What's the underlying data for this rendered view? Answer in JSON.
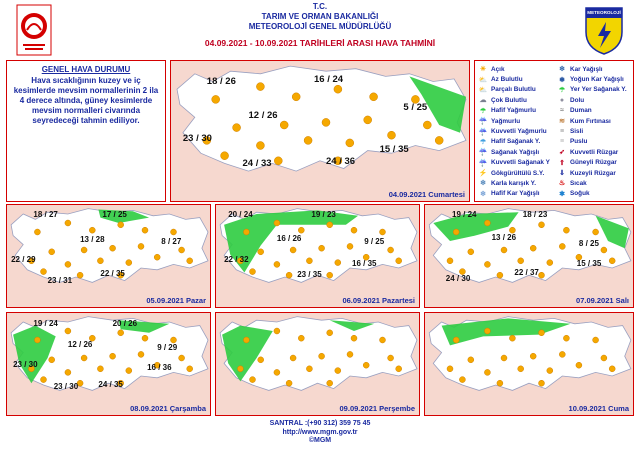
{
  "header": {
    "line1": "T.C.",
    "line2": "TARIM VE ORMAN BAKANLIĞI",
    "line3": "METEOROLOJİ GENEL MÜDÜRLÜĞÜ",
    "dates": "04.09.2021 - 10.09.2021 TARİHLERİ ARASI HAVA TAHMİNİ",
    "logo_text": "METEOROLOJİ"
  },
  "general": {
    "title": "GENEL HAVA DURUMU",
    "text": "Hava sıcaklığının kuzey ve iç kesimlerde mevsim normallerinin 2 ila 4 derece altında, güney kesimlerde mevsim normalleri civarında seyredeceği tahmin ediliyor."
  },
  "colors": {
    "border": "#d40000",
    "title_blue": "#1a2aa0",
    "map_bg": "#f6d8cf",
    "land": "#ffffff",
    "rain_green": "#2ecc40",
    "sun": "#f5a800"
  },
  "maps": [
    {
      "date": "04.09.2021 Cumartesi",
      "temps": [
        "18 / 26",
        "16 / 24",
        "5 / 25",
        "12 / 26",
        "23 / 30",
        "24 / 33",
        "24 / 36",
        "15 / 35"
      ]
    },
    {
      "date": "05.09.2021 Pazar",
      "temps": [
        "18 / 27",
        "17 / 25",
        "13 / 28",
        "8 / 27",
        "22 / 29",
        "23 / 31",
        "22 / 35"
      ]
    },
    {
      "date": "06.09.2021 Pazartesi",
      "temps": [
        "20 / 24",
        "19 / 23",
        "16 / 26",
        "22 / 32",
        "23 / 35",
        "16 / 35",
        "9 / 25"
      ]
    },
    {
      "date": "07.09.2021 Salı",
      "temps": [
        "19 / 24",
        "18 / 23",
        "13 / 26",
        "8 / 25",
        "24 / 30",
        "22 / 37",
        "15 / 35"
      ]
    },
    {
      "date": "08.09.2021 Çarşamba",
      "temps": [
        "19 / 24",
        "20 / 26",
        "12 / 26",
        "9 / 29",
        "23 / 30",
        "16 / 36",
        "23 / 30",
        "24 / 35"
      ]
    },
    {
      "date": "09.09.2021 Perşembe",
      "temps": []
    },
    {
      "date": "10.09.2021 Cuma",
      "temps": []
    }
  ],
  "legend": {
    "col1": [
      {
        "icon": "sun-icon",
        "label": "Açık"
      },
      {
        "icon": "few-clouds-icon",
        "label": "Az Bulutlu"
      },
      {
        "icon": "partly-cloudy-icon",
        "label": "Parçalı Bulutlu"
      },
      {
        "icon": "cloudy-icon",
        "label": "Çok Bulutlu"
      },
      {
        "icon": "light-rain-icon",
        "label": "Hafif Yağmurlu"
      },
      {
        "icon": "rain-icon",
        "label": "Yağmurlu"
      },
      {
        "icon": "heavy-rain-icon",
        "label": "Kuvvetli Yağmurlu"
      },
      {
        "icon": "light-shower-icon",
        "label": "Hafif Sağanak Y."
      },
      {
        "icon": "shower-icon",
        "label": "Sağanak Yağışlı"
      },
      {
        "icon": "heavy-shower-icon",
        "label": "Kuvvetli Sağanak Y"
      },
      {
        "icon": "thunderstorm-icon",
        "label": "Gökgürültülü S.Y."
      },
      {
        "icon": "sleet-icon",
        "label": "Karla karışık Y."
      },
      {
        "icon": "light-snow-icon",
        "label": "Hafif Kar Yağışlı"
      }
    ],
    "col2": [
      {
        "icon": "snow-icon",
        "label": "Kar Yağışlı"
      },
      {
        "icon": "heavy-snow-icon",
        "label": "Yoğun Kar Yağışlı"
      },
      {
        "icon": "local-shower-icon",
        "label": "Yer Yer Sağanak Y."
      },
      {
        "icon": "hail-icon",
        "label": "Dolu"
      },
      {
        "icon": "smoke-icon",
        "label": "Duman"
      },
      {
        "icon": "sandstorm-icon",
        "label": "Kum Fırtınası"
      },
      {
        "icon": "fog-icon",
        "label": "Sisli"
      },
      {
        "icon": "mist-icon",
        "label": "Puslu"
      },
      {
        "icon": "strong-wind-icon",
        "label": "Kuvvetli Rüzgar"
      },
      {
        "icon": "south-wind-icon",
        "label": "Güneyli Rüzgar"
      },
      {
        "icon": "north-wind-icon",
        "label": "Kuzeyli Rüzgar"
      },
      {
        "icon": "hot-icon",
        "label": "Sıcak"
      },
      {
        "icon": "cold-icon",
        "label": "Soğuk"
      }
    ]
  },
  "footer": {
    "phone": "SANTRAL :(+90 312) 359 75 45",
    "url": "http://www.mgm.gov.tr",
    "copyright": "©MGM"
  }
}
